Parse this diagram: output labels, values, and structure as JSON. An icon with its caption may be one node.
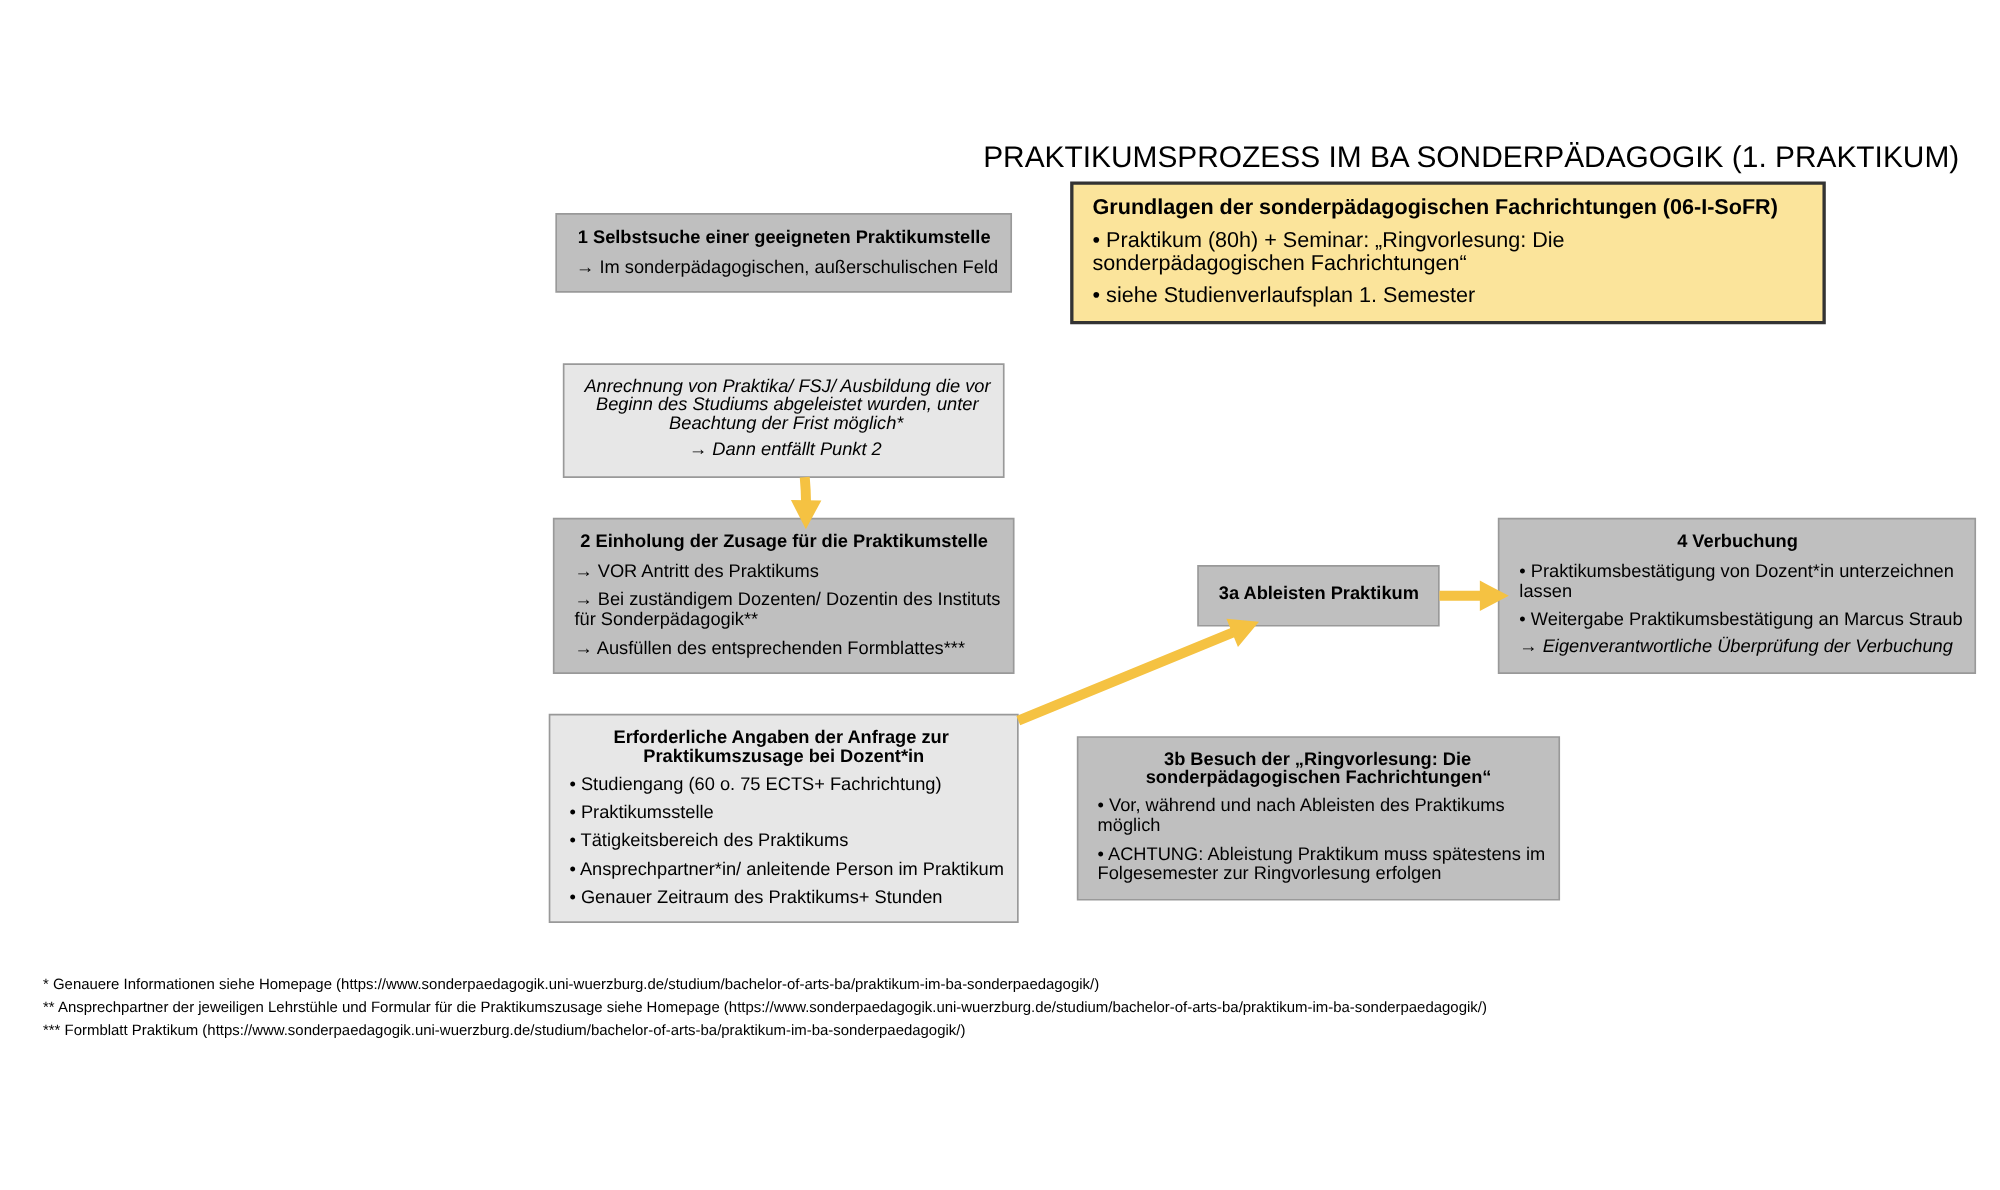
{
  "diagram": {
    "title": "PRAKTIKUMSPROZESS IM BA SONDERPÄDAGOGIK (1. PRAKTIKUM)",
    "nodes": [
      {
        "text": [
          "1 Selbstsuche einer geeigneten Praktikumstelle",
          "→ Im sonderpädagogischen, außerschulischen Feld"
        ]
      },
      {
        "text": [
          "Anrechnung von Praktika/ FSJ/ Ausbildung die vor Beginn des Studiums abgeleistet wurden, unter Beachtung der Frist möglich*",
          "→ Dann entfällt Punkt 2"
        ]
      },
      {
        "text": [
          "2 Einholung der Zusage für die Praktikumstelle",
          "→ VOR Antritt des Praktikums",
          "→ Bei zuständigem Dozenten/ Dozentin des Instituts für Sonderpädagogik**",
          "→ Ausfüllen des entsprechenden Formblattes***"
        ]
      },
      {
        "text": [
          "Erforderliche Angaben der Anfrage zur Praktikumszusage bei Dozent*in",
          "• Studiengang (60 o. 75 ECTS+ Fachrichtung)",
          "• Praktikumsstelle",
          "• Tätigkeitsbereich des Praktikums",
          "• Ansprechpartner*in/ anleitende Person im Praktikum",
          "• Genauer Zeitraum des Praktikums+ Stunden"
        ]
      },
      {
        "text": [
          "3a Ableisten Praktikum"
        ]
      },
      {
        "text": [
          "3b Besuch der „Ringvorlesung: Die sonderpädagogischen Fachrichtungen“",
          "• Vor, während und nach Ableisten des Praktikums möglich",
          "• ACHTUNG: Ableistung Praktikum muss spätestens im Folgesemester zur Ringvorlesung erfolgen"
        ]
      },
      {
        "text": [
          "4 Verbuchung",
          "• Praktikumsbestätigung von Dozent*in unterzeichnen lassen",
          "• Weitergabe Praktikumsbestätigung an Marcus Straub",
          "→ Eigenverantwortliche Überprüfung der Verbuchung"
        ]
      },
      {
        "text": [
          "Grundlagen der sonderpädagogischen Fachrichtungen (06-I-SoFR)",
          "• Praktikum (80h) + Seminar: „Ringvorlesung: Die sonderpädagogischen Fachrichtungen“",
          "• siehe Studienverlaufsplan 1. Semester"
        ]
      }
    ],
    "edges": [
      {
        "from": 1,
        "to": 2,
        "arrow": "to"
      },
      {
        "from": 3,
        "to": 4,
        "arrow": "to"
      },
      {
        "from": 4,
        "to": 6,
        "arrow": "to"
      }
    ],
    "labels": [
      "* Genauere Informationen siehe Homepage (https://www.sonderpaedagogik.uni-wuerzburg.de/studium/bachelor-of-arts-ba/praktikum-im-ba-sonderpaedagogik/)",
      "** Ansprechpartner der jeweiligen Lehrstühle und Formular für die Praktikumszusage siehe Homepage (https://www.sonderpaedagogik.uni-wuerzburg.de/studium/bachelor-of-arts-ba/praktikum-im-ba-sonderpaedagogik/)",
      "*** Formblatt Praktikum (https://www.sonderpaedagogik.uni-wuerzburg.de/studium/bachelor-of-arts-ba/praktikum-im-ba-sonderpaedagogik/)"
    ]
  }
}
